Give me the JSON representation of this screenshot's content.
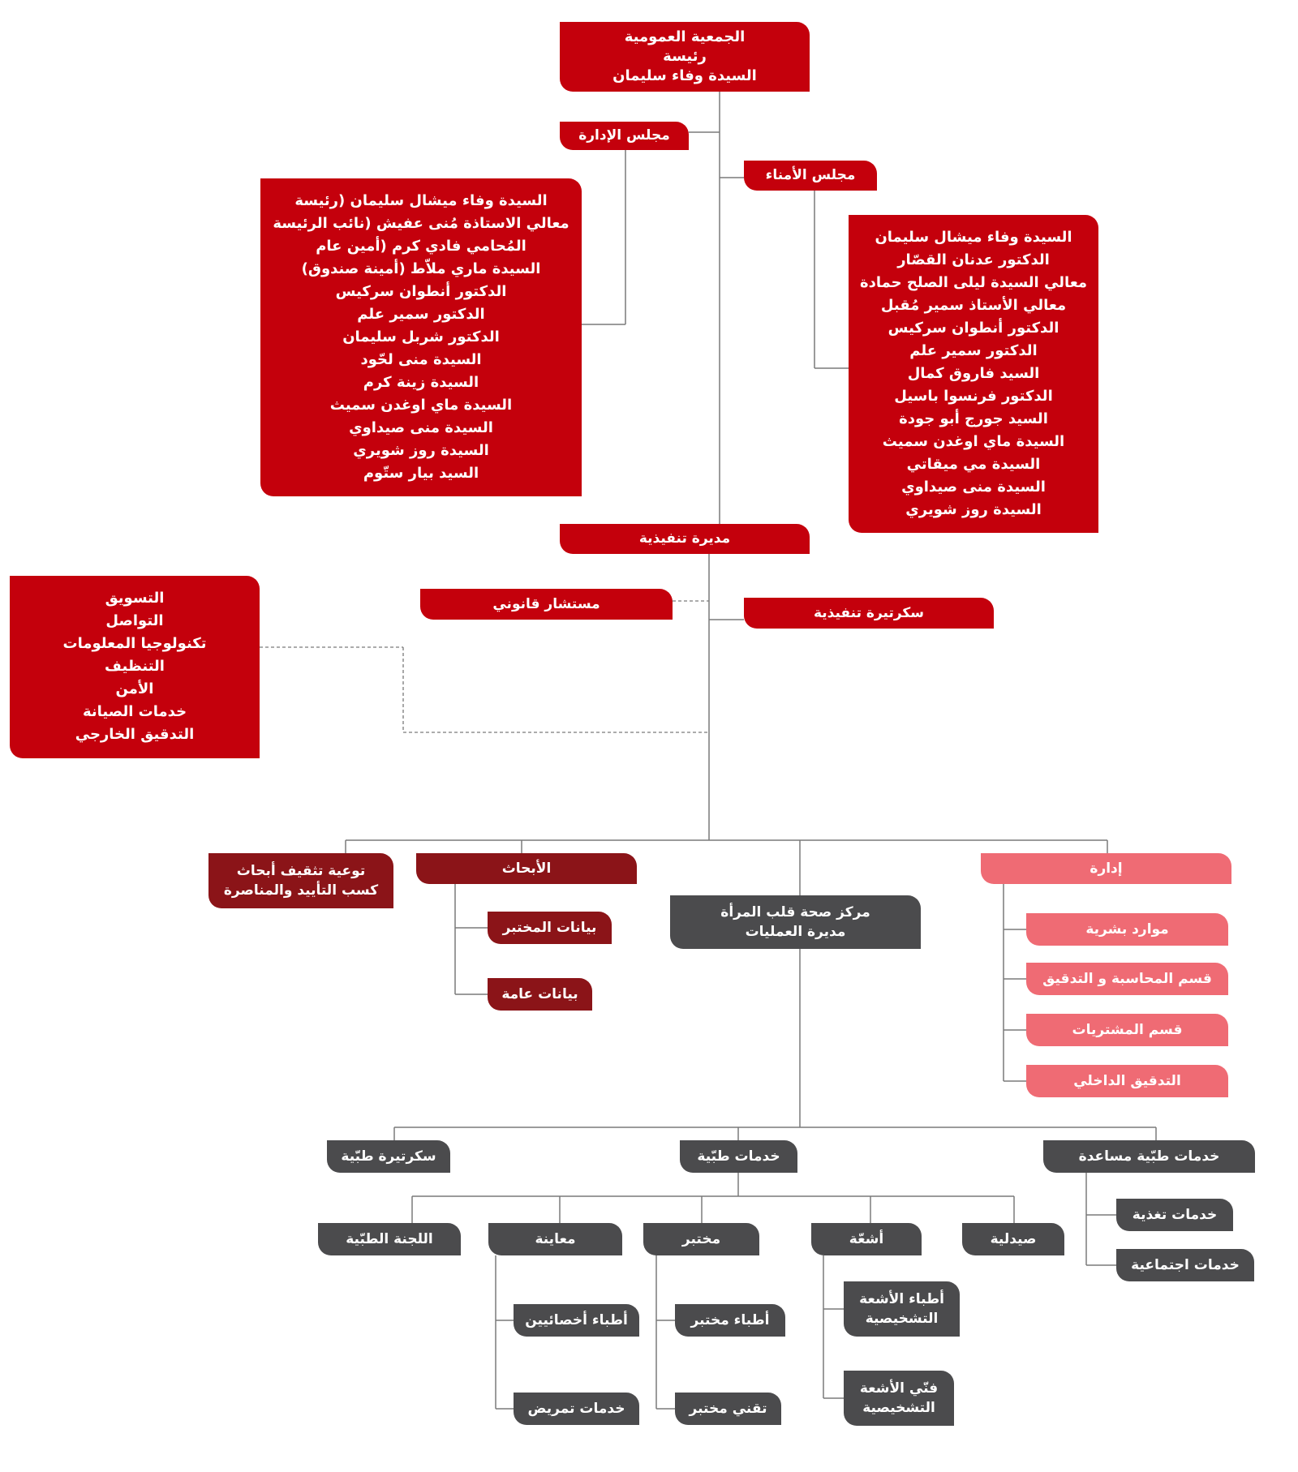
{
  "general_assembly": {
    "line1": "الجمعية العمومية",
    "line2": "رئيسة",
    "line3": "السيدة وفاء سليمان"
  },
  "board_of_directors": {
    "title": "مجلس الإدارة",
    "members": [
      "السيدة وفاء ميشال سليمان (رئيسة",
      "معالي الاستاذة مُنى عفيش (نائب الرئيسة",
      "المُحامي فادي كرم (أمين عام",
      "السيدة ماري ملاّط (أمينة صندوق)",
      "الدكتور أنطوان سركيس",
      "الدكتور سمير علم",
      "الدكتور شربل سليمان",
      "السيدة منى لحّود",
      "السيدة زينة كرم",
      "السيدة ماي اوغدن سميث",
      "السيدة منى صيداوي",
      "السيدة روز شويري",
      "السيد بيار ستّوم"
    ]
  },
  "board_of_trustees": {
    "title": "مجلس الأمناء",
    "members": [
      "السيدة وفاء ميشال سليمان",
      "الدكتور عدنان القصّار",
      "معالي السيدة ليلى الصلح حمادة",
      "معالي الأستاذ سمير مُقبل",
      "الدكتور أنطوان سركيس",
      "الدكتور سمير علم",
      "السيد فاروق كمال",
      "الدكتور فرنسوا باسيل",
      "السيد جورج أبو جودة",
      "السيدة ماي اوغدن سميث",
      "السيدة مي ميقاتي",
      "السيدة منى صيداوي",
      "السيدة روز شويري"
    ]
  },
  "executive_director": "مديرة تنفيذية",
  "legal_advisor": "مستشار قانوني",
  "executive_secretary": "سكرتيرة تنفيذية",
  "outsourced_services": [
    "التسويق",
    "التواصل",
    "تكنولوجيا المعلومات",
    "التنظيف",
    "الأمن",
    "خدمات الصيانة",
    "التدقيق الخارجي"
  ],
  "awareness": {
    "line1": "توعية تثقيف أبحاث",
    "line2": "كسب التأييد والمناصرة"
  },
  "research": {
    "title": "الأبحاث",
    "children": [
      "بيانات المختبر",
      "بيانات عامة"
    ]
  },
  "heart_center": {
    "line1": "مركز صحة قلب المرأة",
    "line2": "مديرة العمليات"
  },
  "administration": {
    "title": "إدارة",
    "children": [
      "موارد بشرية",
      "قسم المحاسبة و التدقيق",
      "قسم المشتريات",
      "التدقيق الداخلي"
    ]
  },
  "medical_secretary": "سكرتيرة طبّية",
  "medical_services": "خدمات طبّية",
  "ancillary_services": {
    "title": "خدمات طبّية مساعدة",
    "children": [
      "خدمات تغذية",
      "خدمات اجتماعية"
    ]
  },
  "medical_committee": "اللجنة الطبّية",
  "examination": {
    "title": "معاينة",
    "children": [
      "أطباء أخصائيين",
      "خدمات تمريض"
    ]
  },
  "laboratory": {
    "title": "مختبر",
    "children": [
      "أطباء مختبر",
      "تقني مختبر"
    ]
  },
  "radiology": {
    "title": "أشعّة",
    "children": [
      {
        "line1": "أطباء الأشعة",
        "line2": "التشخيصية"
      },
      {
        "line1": "فنّي الأشعة",
        "line2": "التشخيصية"
      }
    ]
  },
  "pharmacy": "صيدلية",
  "colors": {
    "red": "#c4000c",
    "dark_red": "#8b1418",
    "pink": "#ef6b74",
    "gray": "#4b4b4d",
    "line": "#7a7a7a"
  }
}
